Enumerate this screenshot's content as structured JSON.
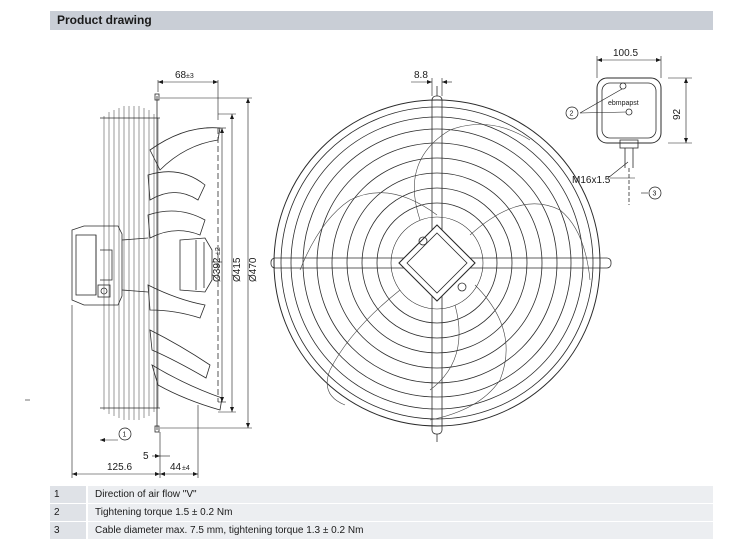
{
  "header": {
    "title": "Product drawing"
  },
  "dimensions": {
    "top_depth": "68",
    "top_depth_tol": "±3",
    "dia_392": "Ø392",
    "dia_392_tol": "±2",
    "dia_415": "Ø415",
    "dia_470": "Ø470",
    "bottom_5": "5",
    "bottom_125": "125.6",
    "bottom_44": "44",
    "bottom_44_tol": "±4",
    "front_8_8": "8.8",
    "box_width": "100.5",
    "box_height": "92",
    "thread": "M16x1.5",
    "brand": "ebmpapst"
  },
  "callouts": {
    "c1": "1",
    "c2": "2",
    "c3": "3"
  },
  "legend": [
    {
      "num": "1",
      "text": "Direction of air flow \"V\""
    },
    {
      "num": "2",
      "text": "Tightening torque 1.5 ± 0.2 Nm"
    },
    {
      "num": "3",
      "text": "Cable diameter max. 7.5 mm, tightening torque 1.3 ± 0.2 Nm"
    }
  ]
}
